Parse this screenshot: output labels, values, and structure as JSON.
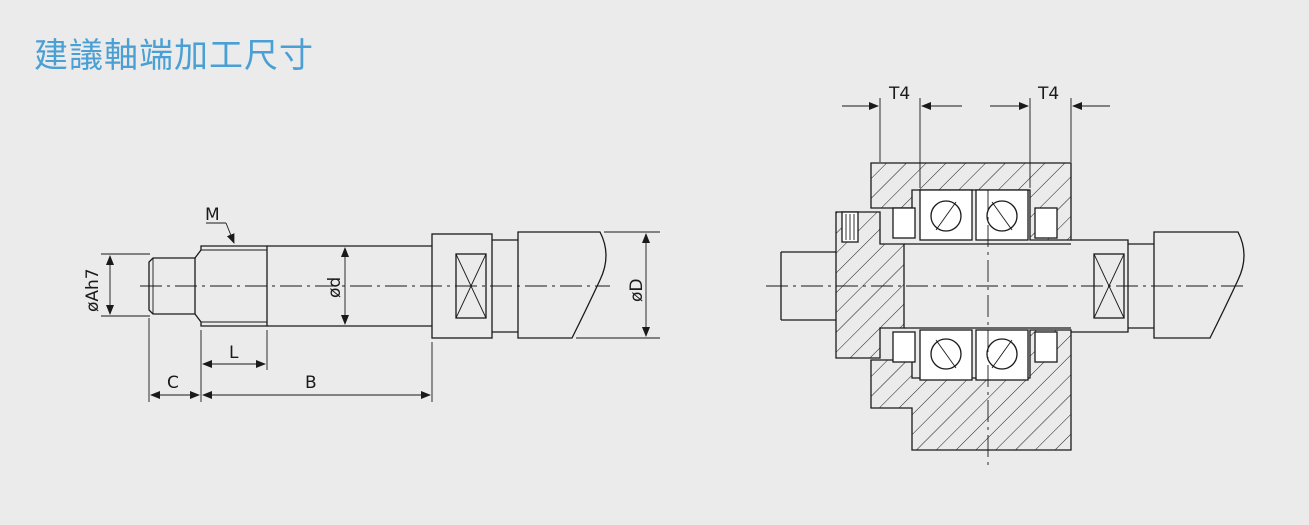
{
  "title": "建議軸端加工尺寸",
  "left_drawing": {
    "labels": {
      "m": "M",
      "ah7": "øAh7",
      "d_small": "ød",
      "d_large": "øD",
      "l": "L",
      "c": "C",
      "b": "B"
    }
  },
  "right_drawing": {
    "labels": {
      "t4_left": "T4",
      "t4_right": "T4"
    }
  }
}
